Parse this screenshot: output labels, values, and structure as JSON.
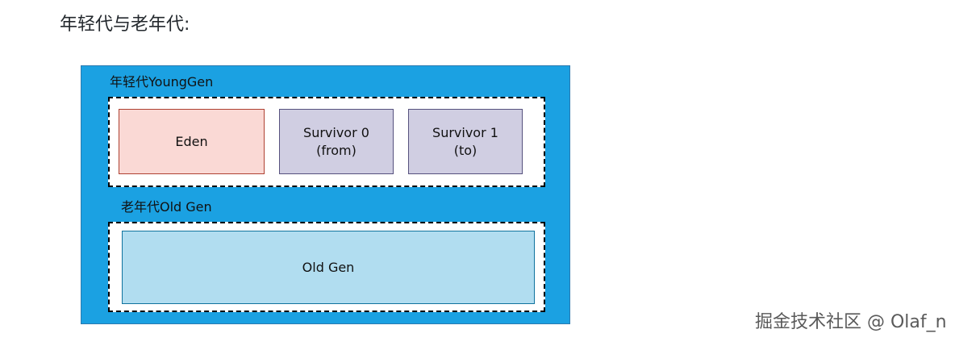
{
  "heading": "年轻代与老年代:",
  "diagram": {
    "young_label": "年轻代YoungGen",
    "old_label": "老年代Old Gen",
    "eden": "Eden",
    "survivor0": {
      "line1": "Survivor 0",
      "line2": "(from)"
    },
    "survivor1": {
      "line1": "Survivor 1",
      "line2": "(to)"
    },
    "oldgen": "Old Gen"
  },
  "watermark": "掘金技术社区 @ Olaf_n",
  "colors": {
    "outer": "#1ba1e2",
    "eden_fill": "#fad9d5",
    "survivor_fill": "#d0cee2",
    "oldgen_fill": "#b1ddf0"
  }
}
